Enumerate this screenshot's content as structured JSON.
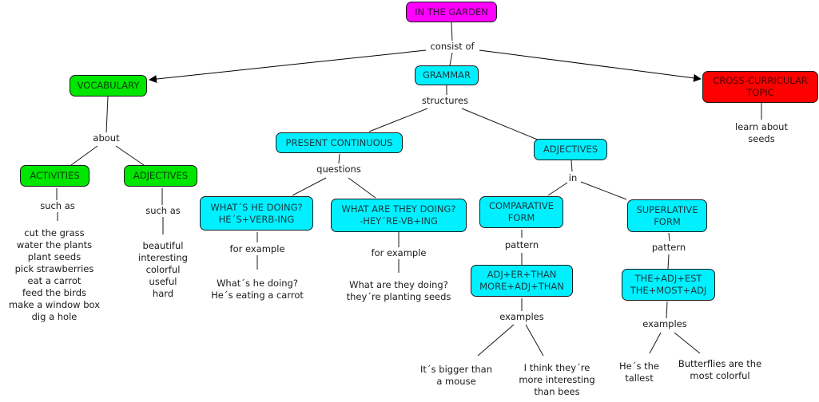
{
  "colors": {
    "root": "#ff00ff",
    "vocabulary": "#00e600",
    "grammar": "#00f0ff",
    "cross": "#ff0000"
  },
  "nodes": {
    "root": "IN THE GARDEN",
    "vocabulary": "VOCABULARY",
    "grammar": "GRAMMAR",
    "cross": "CROSS-CURRICULAR\nTOPIC",
    "activities": "ACTIVITIES",
    "vocab_adjectives": "ADJECTIVES",
    "present_continuous": "PRESENT CONTINUOUS",
    "grammar_adjectives": "ADJECTIVES",
    "whats_he_doing": "WHAT´S HE DOING?\nHE´S+VERB-ING",
    "what_are_they_doing": "WHAT ARE THEY DOING?\n-HEY´RE-VB+ING",
    "comparative": "COMPARATIVE\nFORM",
    "superlative": "SUPERLATIVE\nFORM",
    "comparative_pattern": "ADJ+ER+THAN\nMORE+ADJ+THAN",
    "superlative_pattern": "THE+ADJ+EST\nTHE+MOST+ADJ"
  },
  "linking_phrases": {
    "consist_of": "consist of",
    "about": "about",
    "such_as_activities": "such as",
    "such_as_adjectives": "such as",
    "structures": "structures",
    "questions": "questions",
    "in": "in",
    "for_example_he": "for example",
    "for_example_they": "for example",
    "pattern_comparative": "pattern",
    "pattern_superlative": "pattern",
    "examples_comparative": "examples",
    "examples_superlative": "examples"
  },
  "leaf_texts": {
    "activities_list": "cut the grass\nwater the plants\nplant seeds\npick strawberries\neat a carrot\nfeed the birds\nmake a window box\ndig a hole",
    "adjectives_list": "beautiful\ninteresting\ncolorful\nuseful\nhard",
    "he_example": "What´s he doing?\nHe´s eating a carrot",
    "they_example": "What are they doing?\nthey´re planting seeds",
    "bigger_example": "It´s bigger than\na mouse",
    "interesting_example": "I think they´re\nmore interesting\nthan bees",
    "tallest_example": "He´s the\ntallest",
    "butterflies_example": "Butterflies are the\nmost colorful",
    "learn_seeds": "learn about seeds"
  }
}
